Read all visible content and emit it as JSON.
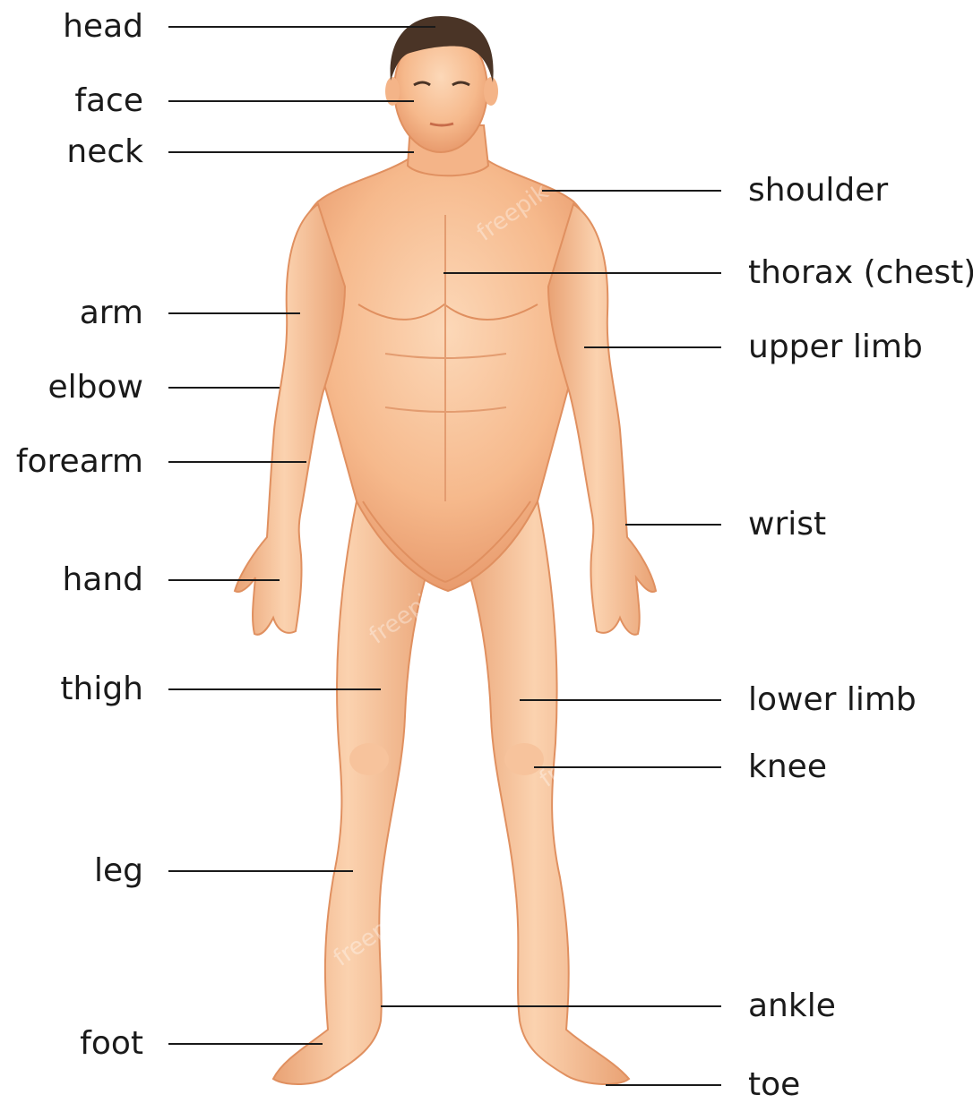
{
  "colors": {
    "skin": "#f6b98c",
    "skin_light": "#fcd8b8",
    "skin_shadow": "#e59466",
    "hair": "#4a3426",
    "line": "#1a1a1a",
    "text": "#1a1a1a"
  },
  "labels_left": [
    "head",
    "face",
    "neck",
    "arm",
    "elbow",
    "forearm",
    "hand",
    "thigh",
    "leg",
    "foot"
  ],
  "labels_right": [
    "shoulder",
    "thorax (chest)",
    "upper limb",
    "wrist",
    "lower limb",
    "knee",
    "ankle",
    "toe"
  ],
  "watermark": "freepik"
}
